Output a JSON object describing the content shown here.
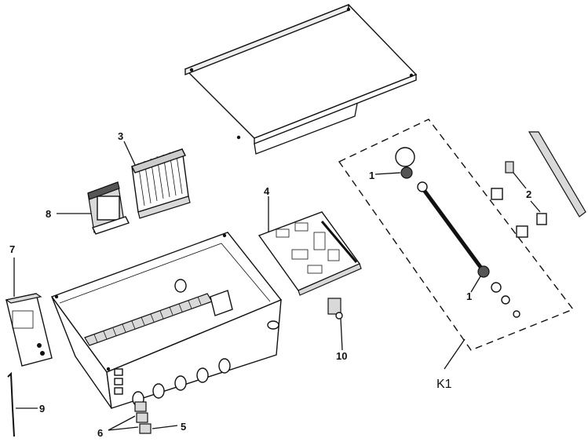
{
  "callouts": {
    "c1_top": "1",
    "c1_bottom": "1",
    "c2": "2",
    "c3": "3",
    "c4": "4",
    "c5": "5",
    "c6": "6",
    "c7": "7",
    "c8": "8",
    "c9": "9",
    "c10": "10",
    "k1": "K1"
  }
}
